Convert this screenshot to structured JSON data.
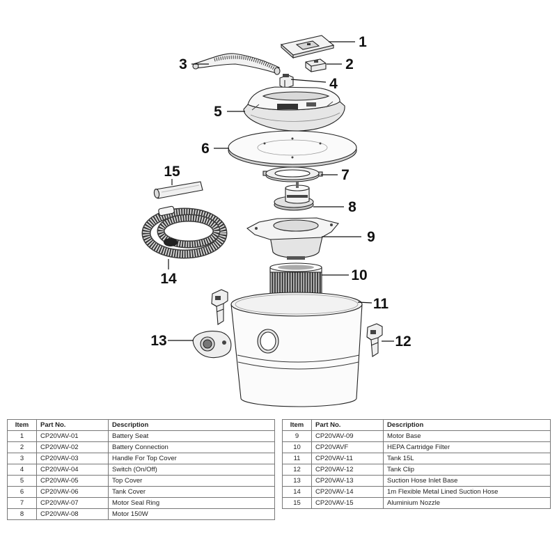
{
  "diagram": {
    "callouts": [
      "1",
      "2",
      "3",
      "4",
      "5",
      "6",
      "7",
      "8",
      "9",
      "10",
      "11",
      "12",
      "13",
      "14",
      "15"
    ]
  },
  "parts_table": {
    "headers": {
      "item": "Item",
      "part_no": "Part No.",
      "description": "Description"
    },
    "left_rows": [
      {
        "item": "1",
        "part_no": "CP20VAV-01",
        "description": "Battery Seat"
      },
      {
        "item": "2",
        "part_no": "CP20VAV-02",
        "description": "Battery Connection"
      },
      {
        "item": "3",
        "part_no": "CP20VAV-03",
        "description": "Handle For Top Cover"
      },
      {
        "item": "4",
        "part_no": "CP20VAV-04",
        "description": "Switch (On/Off)"
      },
      {
        "item": "5",
        "part_no": "CP20VAV-05",
        "description": "Top Cover"
      },
      {
        "item": "6",
        "part_no": "CP20VAV-06",
        "description": "Tank Cover"
      },
      {
        "item": "7",
        "part_no": "CP20VAV-07",
        "description": "Motor Seal Ring"
      },
      {
        "item": "8",
        "part_no": "CP20VAV-08",
        "description": "Motor 150W"
      }
    ],
    "right_rows": [
      {
        "item": "9",
        "part_no": "CP20VAV-09",
        "description": "Motor Base"
      },
      {
        "item": "10",
        "part_no": "CP20VAVF",
        "description": "HEPA Cartridge Filter"
      },
      {
        "item": "11",
        "part_no": "CP20VAV-11",
        "description": "Tank 15L"
      },
      {
        "item": "12",
        "part_no": "CP20VAV-12",
        "description": "Tank Clip"
      },
      {
        "item": "13",
        "part_no": "CP20VAV-13",
        "description": "Suction Hose Inlet Base"
      },
      {
        "item": "14",
        "part_no": "CP20VAV-14",
        "description": "1m Flexible Metal Lined Suction Hose"
      },
      {
        "item": "15",
        "part_no": "CP20VAV-15",
        "description": "Aluminium Nozzle"
      }
    ]
  }
}
